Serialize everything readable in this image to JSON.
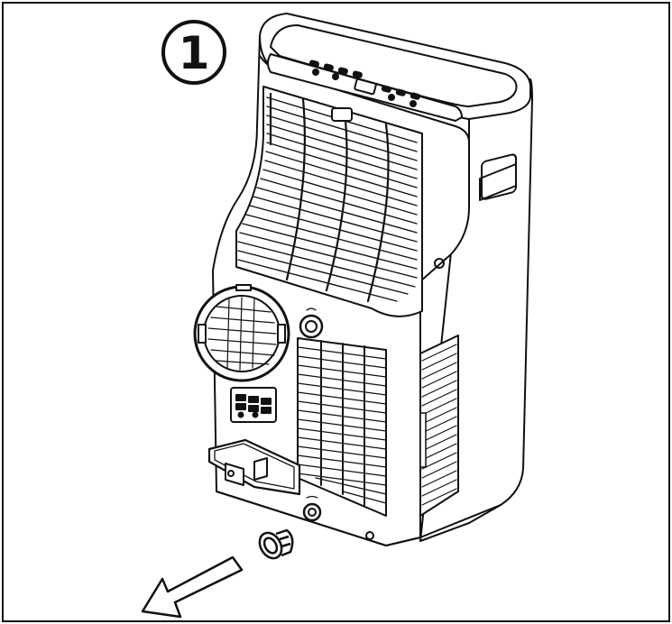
{
  "figure": {
    "step_badge": {
      "label": "1"
    },
    "colors": {
      "ink": "#111111",
      "paper": "#ffffff",
      "shade": "#e6e6e6"
    },
    "icons": [
      "step-number-badge",
      "portable-air-conditioner-unit",
      "drain-plug-cap",
      "removal-direction-arrow"
    ]
  }
}
